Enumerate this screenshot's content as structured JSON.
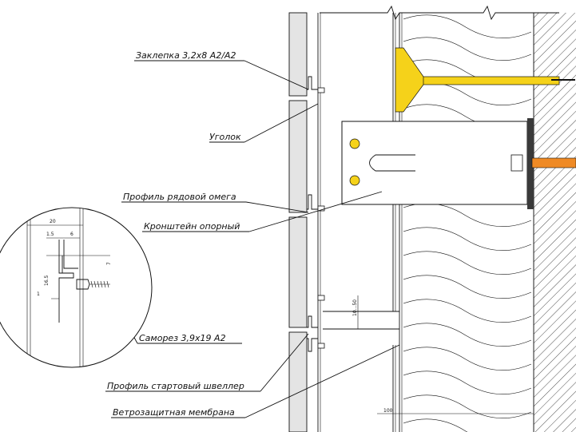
{
  "labels": {
    "rivet": "Заклепка 3,2x8 A2/A2",
    "angle": "Уголок",
    "omega": "Профиль рядовой омега",
    "bracket": "Кронштейн опорный",
    "screw": "Саморез 3,9x19 A2",
    "channel": "Профиль стартовый швеллер",
    "membrane": "Ветрозащитная мембрана"
  },
  "dimensions": {
    "d20": "20",
    "d15": "1.5",
    "d6": "6",
    "d7": "7",
    "d165": "16.5",
    "d1": "1",
    "gap": "10...50",
    "d100": "100"
  },
  "colors": {
    "panel": "#e4e4e4",
    "dowel_yellow": "#f5d21a",
    "anchor_orange": "#ef8a25",
    "bolt_dark": "#3a3a3a"
  }
}
